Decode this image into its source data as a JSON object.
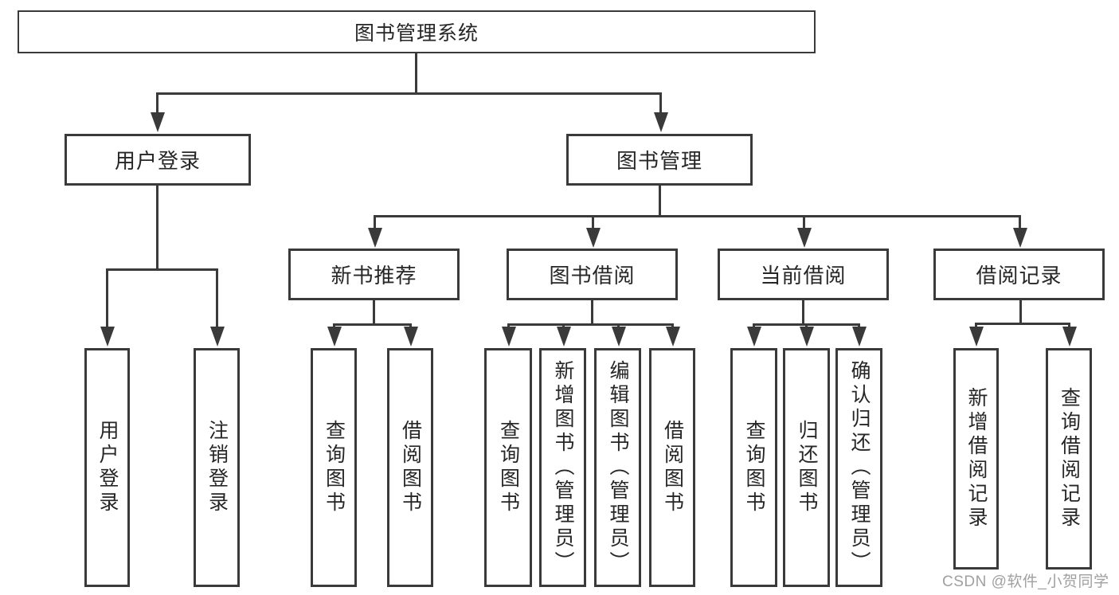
{
  "diagram": {
    "root": {
      "label": "图书管理系统"
    },
    "branches": [
      {
        "label": "用户登录",
        "children": [
          {
            "label": "用户登录"
          },
          {
            "label": "注销登录"
          }
        ]
      },
      {
        "label": "图书管理",
        "children": [
          {
            "label": "新书推荐",
            "children": [
              {
                "label": "查询图书"
              },
              {
                "label": "借阅图书"
              }
            ]
          },
          {
            "label": "图书借阅",
            "children": [
              {
                "label": "查询图书"
              },
              {
                "label": "新增图书（管理员）"
              },
              {
                "label": "编辑图书（管理员）"
              },
              {
                "label": "借阅图书"
              }
            ]
          },
          {
            "label": "当前借阅",
            "children": [
              {
                "label": "查询图书"
              },
              {
                "label": "归还图书"
              },
              {
                "label": "确认归还（管理员）"
              }
            ]
          },
          {
            "label": "借阅记录",
            "children": [
              {
                "label": "新增借阅记录"
              },
              {
                "label": "查询借阅记录"
              }
            ]
          }
        ]
      }
    ],
    "watermark": "CSDN @软件_小贺同学",
    "colors": {
      "line": "#3a3a3a",
      "text": "#262626",
      "watermark": "#a0a0a0",
      "background": "#ffffff"
    }
  }
}
